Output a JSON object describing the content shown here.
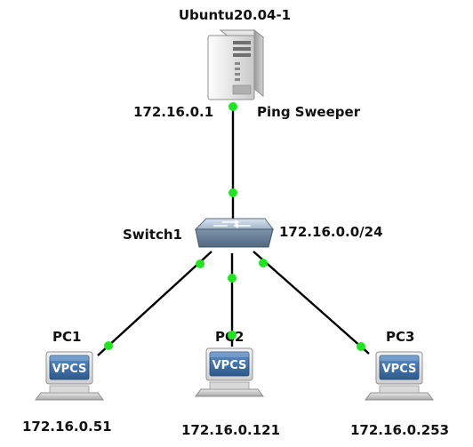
{
  "server": {
    "name": "Ubuntu20.04-1",
    "ip": "172.16.0.1",
    "note": "Ping Sweeper",
    "icon": "server-tower-icon"
  },
  "switch": {
    "name": "Switch1",
    "subnet": "172.16.0.0/24",
    "icon": "network-switch-icon"
  },
  "pcs": [
    {
      "name": "PC1",
      "ip": "172.16.0.51",
      "badge": "VPCS",
      "icon": "vpcs-computer-icon"
    },
    {
      "name": "PC2",
      "ip": "172.16.0.121",
      "badge": "VPCS",
      "icon": "vpcs-computer-icon"
    },
    {
      "name": "PC3",
      "ip": "172.16.0.253",
      "badge": "VPCS",
      "icon": "vpcs-computer-icon"
    }
  ],
  "colors": {
    "link": "#000000",
    "link_status": "#1ee61e",
    "vpcs_screen": "#3d6fa8"
  }
}
